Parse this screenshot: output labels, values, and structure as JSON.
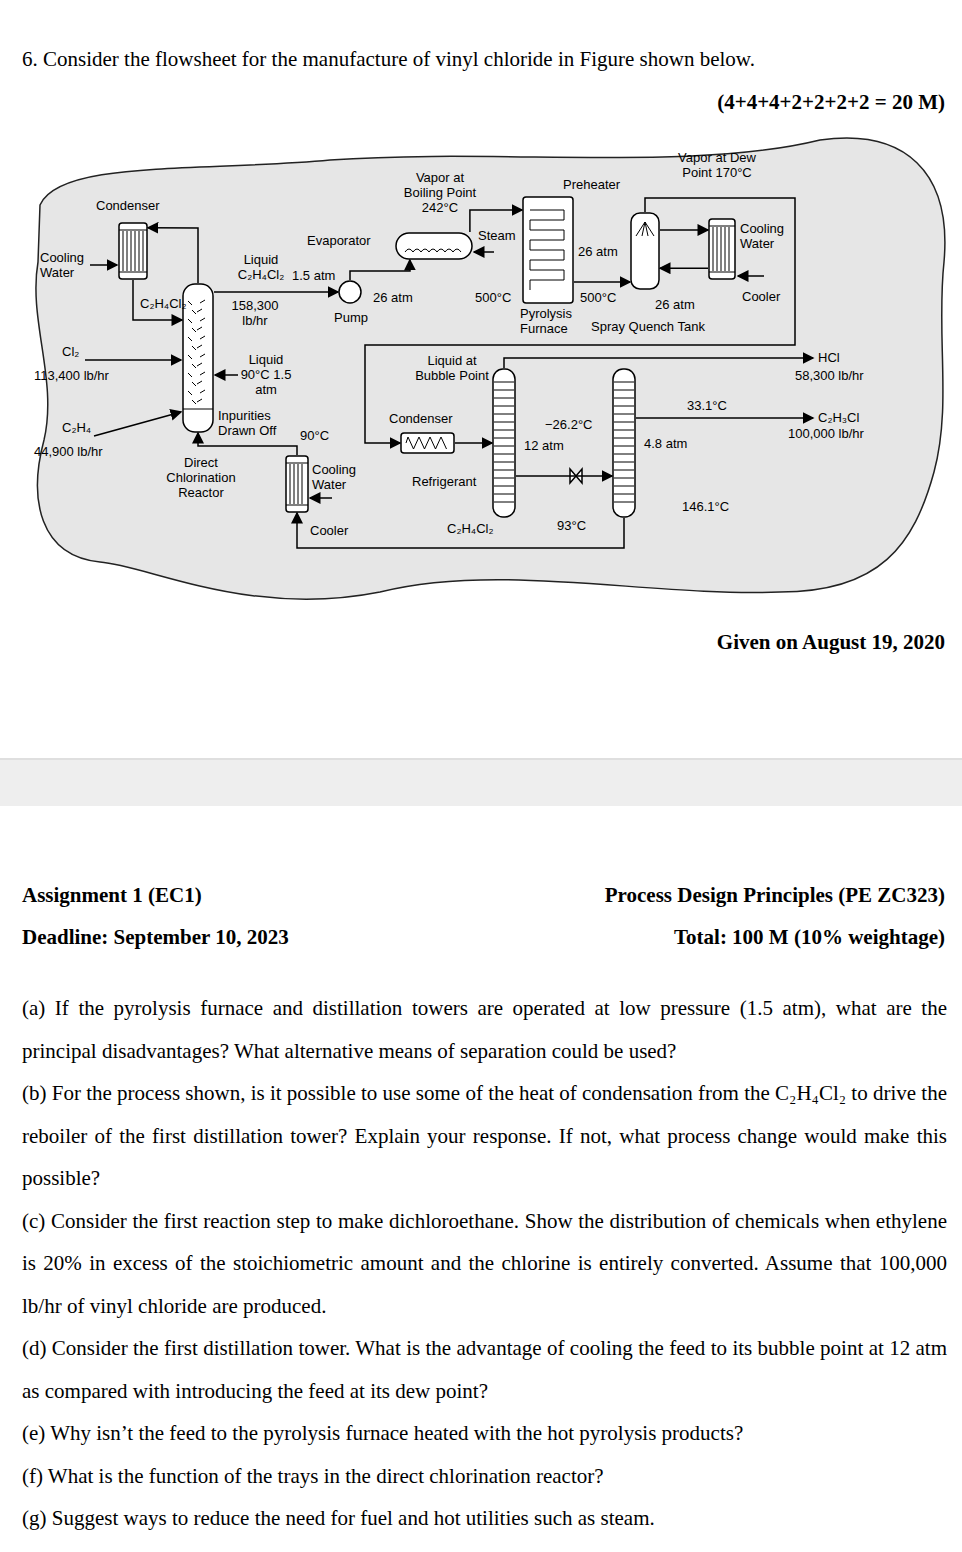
{
  "diagram": {
    "nodes": [
      {
        "text": [
          "Condenser"
        ]
      },
      {
        "text": [
          "Direct Chlorination Reactor"
        ]
      },
      {
        "text": [
          "Evaporator"
        ]
      },
      {
        "text": [
          "Pump"
        ]
      },
      {
        "text": [
          "Pyrolysis Furnace"
        ]
      },
      {
        "text": [
          "Spray Quench Tank"
        ]
      },
      {
        "text": [
          "Cooler"
        ]
      },
      {
        "text": [
          "Condenser"
        ]
      },
      {
        "text": [
          "12 atm"
        ]
      },
      {
        "text": [
          "4.8 atm"
        ]
      },
      {
        "text": [
          "Cooler"
        ]
      }
    ],
    "edges": [
      {
        "from": 1,
        "to": 0,
        "arrow": "to"
      },
      {
        "from": 0,
        "to": 1,
        "arrow": "to"
      },
      {
        "from": 1,
        "to": 3,
        "arrow": "to"
      },
      {
        "from": 3,
        "to": 2,
        "arrow": "to"
      },
      {
        "from": 2,
        "to": 4,
        "arrow": "to"
      },
      {
        "from": 4,
        "to": 5,
        "arrow": "to"
      },
      {
        "from": 5,
        "to": 6,
        "arrow": "to"
      },
      {
        "from": 6,
        "to": 5,
        "arrow": "to"
      },
      {
        "from": 5,
        "to": 7,
        "arrow": "to"
      },
      {
        "from": 7,
        "to": 8,
        "arrow": "to"
      },
      {
        "from": 8,
        "to": 9,
        "arrow": "to"
      },
      {
        "from": 9,
        "to": 10,
        "arrow": "to"
      },
      {
        "from": 10,
        "to": 1,
        "arrow": "to"
      }
    ],
    "labels": [
      "6. Consider the flowsheet for the manufacture of vinyl chloride in Figure shown below.",
      "(4+4+4+2+2+2+2 = 20 M)",
      "Cooling Water",
      "C₂H₄Cl₂",
      "Liquid C₂H₄Cl₂",
      "1.5 atm",
      "158,300 lb/hr",
      "Cl₂",
      "113,400 lb/hr",
      "C₂H₄",
      "44,900 lb/hr",
      "Liquid 90°C 1.5 atm",
      "Inpurities Drawn Off",
      "90°C",
      "Cooling Water",
      "26 atm",
      "Steam",
      "Vapor at Boiling Point 242°C",
      "500°C",
      "Preheater",
      "26 atm",
      "500°C",
      "26 atm",
      "Vapor at Dew Point 170°C",
      "Cooling Water",
      "Liquid at Bubble Point",
      "Refrigerant",
      "C₂H₄Cl₂",
      "−26.2°C",
      "93°C",
      "33.1°C",
      "146.1°C",
      "HCl",
      "58,300 lb/hr",
      "C₂H₃Cl",
      "100,000 lb/hr",
      "Given on August 19, 2020",
      "Assignment 1 (EC1)",
      "Process Design Principles (PE ZC323)",
      "Deadline: September 10, 2023",
      "Total: 100 M (10% weightage)",
      "(a) If the pyrolysis furnace and distillation towers are operated at low pressure (1.5 atm), what are the principal disadvantages? What alternative means of separation could be used?",
      "(b) For the process shown, is it possible to use some of the heat of condensation from the C₂H₄Cl₂ to drive the reboiler of the first distillation tower? Explain your response. If not, what process change would make this possible?",
      "(c) Consider the first reaction step to make dichloroethane. Show the distribution of chemicals when ethylene is 20% in excess of the stoichiometric amount and the chlorine is entirely converted. Assume that 100,000 lb/hr of vinyl chloride are produced.",
      "(d) Consider the first distillation tower. What is the advantage of cooling the feed to its bubble point at 12 atm as compared with introducing the feed at its dew point?",
      "(e) Why isn’t the feed to the pyrolysis furnace heated with the hot pyrolysis products?",
      "(f) What is the function of the trays in the direct chlorination reactor?",
      "(g) Suggest ways to reduce the need for fuel and hot utilities such as steam."
    ]
  }
}
